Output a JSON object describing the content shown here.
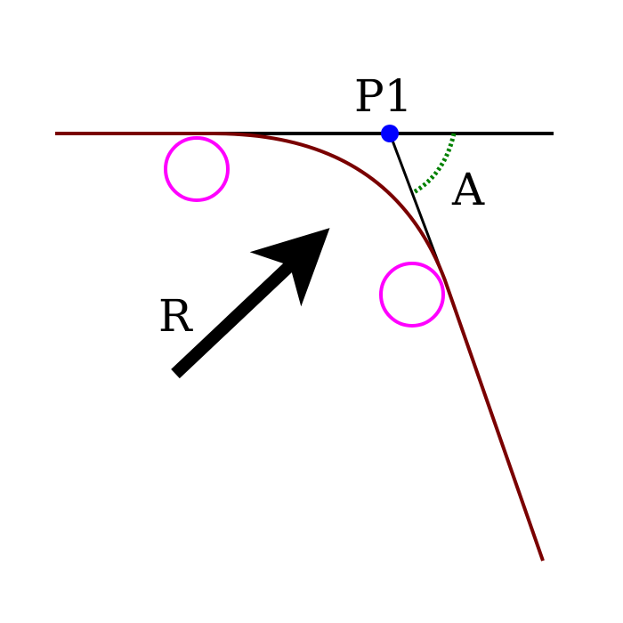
{
  "labels": {
    "point": "P1",
    "angle": "A",
    "radius": "R"
  },
  "colors": {
    "line": "#000000",
    "path": "#7a0000",
    "point": "#0000ff",
    "angle_arc": "#008000",
    "circles": "#ff00ff"
  }
}
